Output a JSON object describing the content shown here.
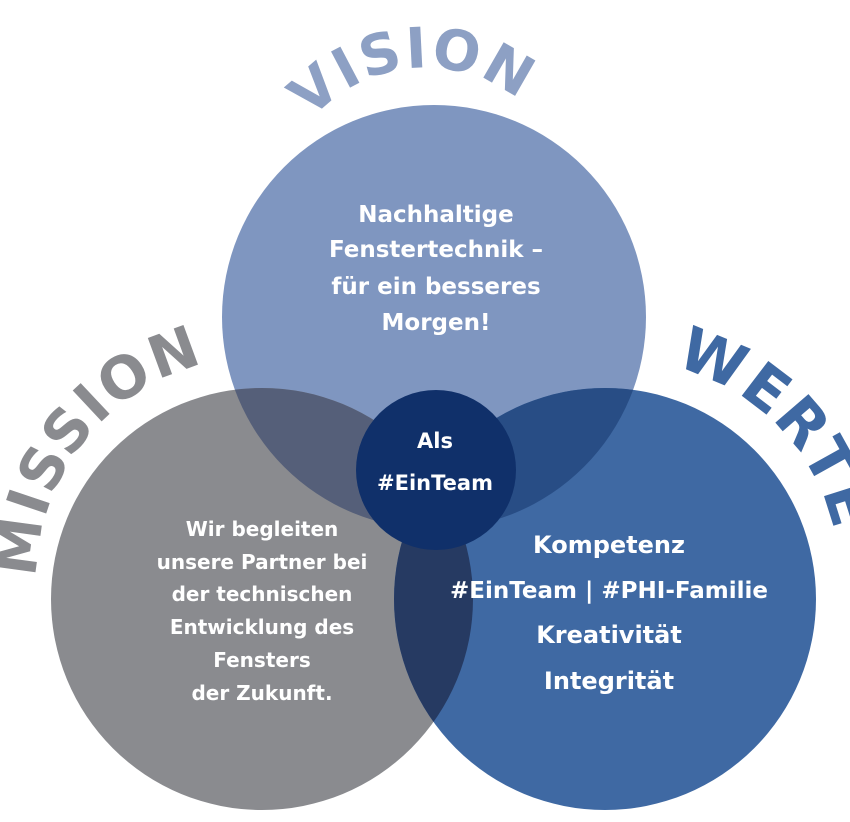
{
  "colors": {
    "vision": "#7f96c0",
    "mission": "#8a8b8f",
    "werte": "#3f69a3",
    "overlap_vision_mission": "#555f79",
    "overlap_vision_werte": "#284d85",
    "overlap_mission_werte": "#263a62",
    "center": "#10306a",
    "vision_title": "#8da0c4",
    "mission_title": "#8a8b8f",
    "werte_title": "#3f69a3"
  },
  "titles": {
    "vision": "VISION",
    "mission": "MISSION",
    "werte": "WERTE"
  },
  "vision_text": [
    "Nachhaltige",
    "Fenstertechnik –",
    "für ein besseres",
    "Morgen!"
  ],
  "mission_text": [
    "Wir begleiten",
    "unsere Partner bei",
    "der technischen",
    "Entwicklung des",
    "Fensters",
    "der Zukunft."
  ],
  "werte_text": [
    "Kompetenz",
    "#EinTeam | #PHI-Familie",
    "Kreativität",
    "Integrität"
  ],
  "center_text": [
    "Als",
    "#EinTeam"
  ]
}
